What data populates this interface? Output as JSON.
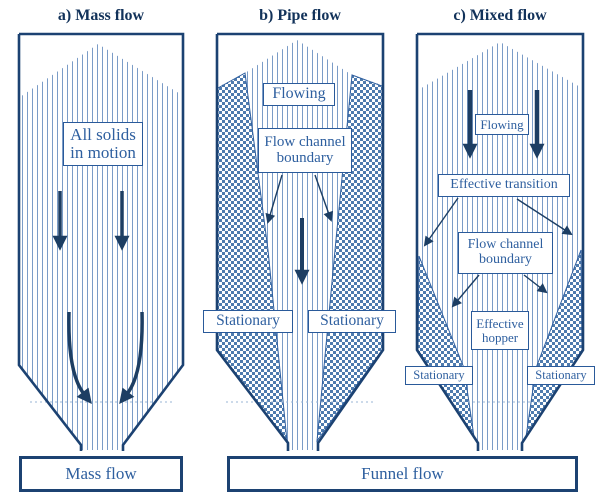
{
  "figure": {
    "type": "flow-pattern-diagram",
    "panels": {
      "a": {
        "title": "a) Mass flow",
        "inner_label_line1": "All solids",
        "inner_label_line2": "in motion",
        "bottom_label": "Mass flow"
      },
      "b": {
        "title": "b) Pipe flow",
        "flowing_label": "Flowing",
        "flow_channel_line1": "Flow channel",
        "flow_channel_line2": "boundary",
        "stationary_left": "Stationary",
        "stationary_right": "Stationary"
      },
      "c": {
        "title": "c) Mixed flow",
        "flowing_label": "Flowing",
        "effective_transition_label": "Effective transition",
        "flow_channel_line1": "Flow channel",
        "flow_channel_line2": "boundary",
        "effective_hopper_line1": "Effective",
        "effective_hopper_line2": "hopper",
        "stationary_left": "Stationary",
        "stationary_right": "Stationary"
      },
      "funnel_bottom_label": "Funnel flow"
    },
    "colors": {
      "outline_navy": "#1c4272",
      "title_navy": "#12325a",
      "label_blue": "#2e5f9f",
      "arrow_navy": "#1d3e63",
      "hatch_blue": "#7b9cc7",
      "crosshatch_blue": "#4e7bae",
      "dashed_line_blue": "#9ab4d6"
    }
  }
}
